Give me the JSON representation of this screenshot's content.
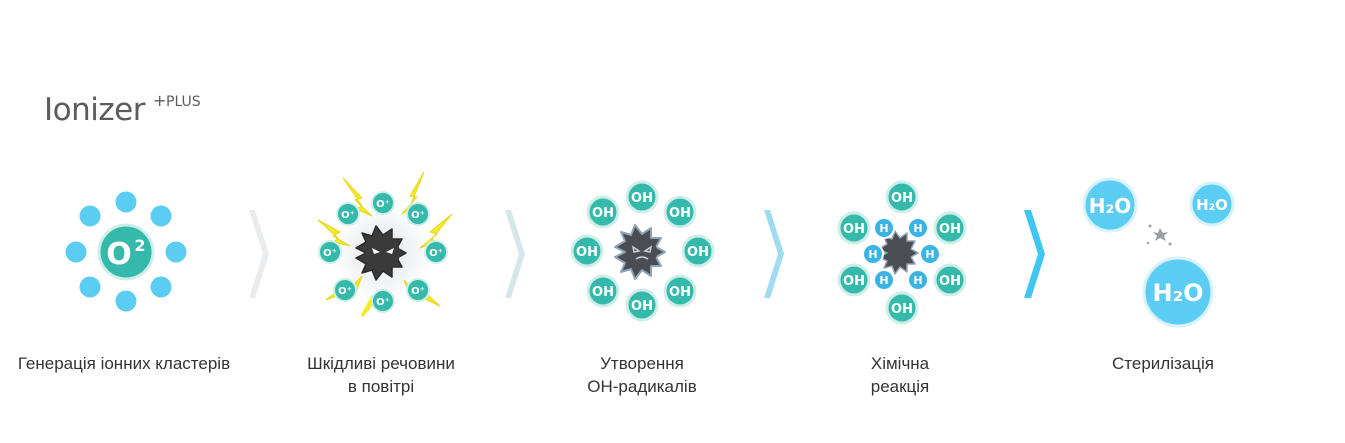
{
  "brand": {
    "name": "Ionizer",
    "suffix": "PLUS",
    "plus_sign": "+"
  },
  "colors": {
    "cyan": "#5bcdf3",
    "teal": "#35b9ab",
    "dark": "#3a3a3a",
    "lightning": "#f4ea2a",
    "arrow_pale": "#e8ecee",
    "arrow_mid": "#d6e6ea",
    "arrow_light_blue": "#9fdcf3",
    "arrow_blue": "#40c6f4"
  },
  "steps": [
    {
      "lines": [
        "Генерація іонних кластерів"
      ],
      "center_label": "O",
      "center_sup": "2"
    },
    {
      "lines": [
        "Шкідливі речовини",
        "в повітрі"
      ],
      "ion_label": "O⁺"
    },
    {
      "lines": [
        "Утворення",
        "OH-радикалів"
      ],
      "radical_label": "OH"
    },
    {
      "lines": [
        "Хімічна",
        "реакція"
      ],
      "radical_label": "OH",
      "hydrogen_label": "H"
    },
    {
      "lines": [
        "Стерилізація"
      ],
      "water_label": "H₂O"
    }
  ]
}
